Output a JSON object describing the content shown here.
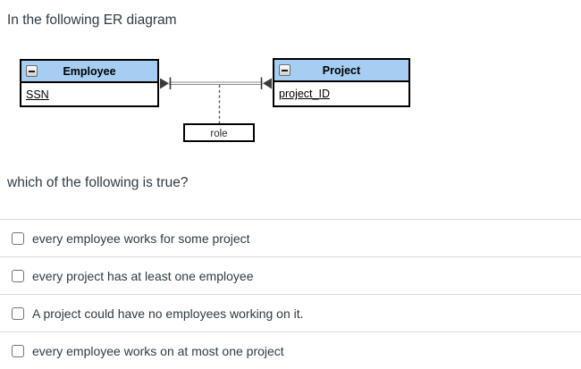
{
  "question": {
    "intro": "In the following ER diagram",
    "prompt": "which of the following is true?"
  },
  "diagram": {
    "entities": [
      {
        "name": "Employee",
        "attributes": [
          "SSN"
        ]
      },
      {
        "name": "Project",
        "attributes": [
          "project_ID"
        ]
      }
    ],
    "relationship": {
      "label": "role"
    },
    "icons": {
      "collapse": "minus-icon"
    },
    "colors": {
      "entity_header_blue": "#a6cdf2",
      "entity_border": "#000000",
      "connector_gray": "#8c8c8c",
      "dashed_line": "#5a5a5a"
    }
  },
  "options": [
    {
      "label": "every employee works for some project",
      "checked": false
    },
    {
      "label": "every project has at least one employee",
      "checked": false
    },
    {
      "label": "A project could have no employees working on it.",
      "checked": false
    },
    {
      "label": "every employee works on at most one project",
      "checked": false
    }
  ],
  "ui_colors": {
    "text": "#2d3b45",
    "divider": "#d9d9d9",
    "checkbox_border": "#6e767d"
  }
}
